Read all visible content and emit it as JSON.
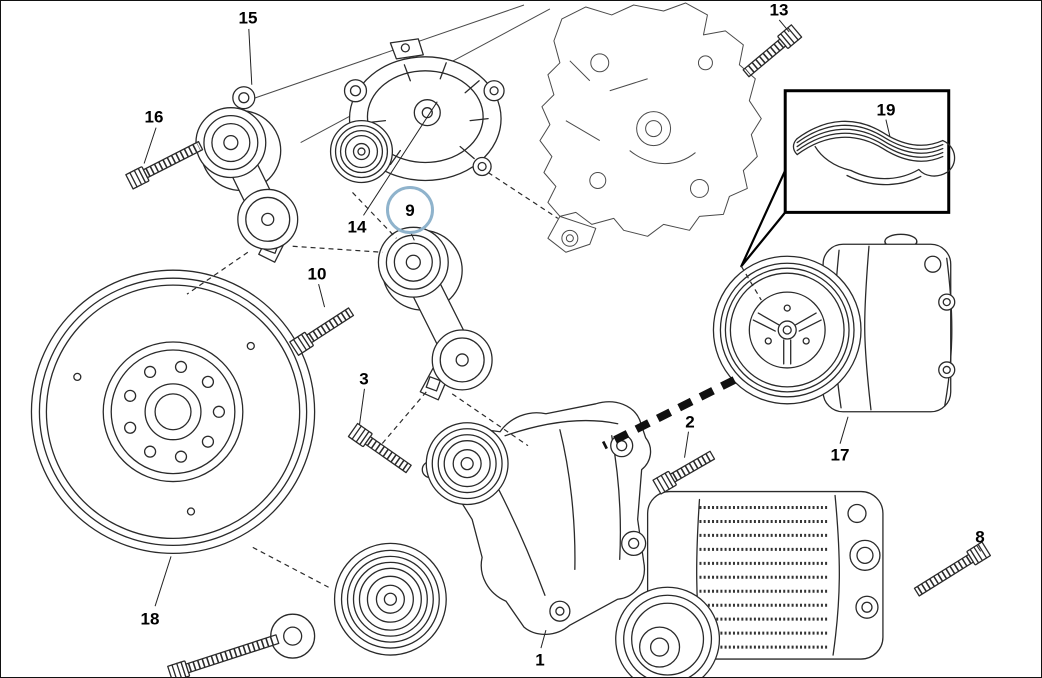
{
  "diagram": {
    "type": "exploded-parts-diagram",
    "subject": "engine accessory belt drive",
    "background_color": "#ffffff",
    "line_color": "#2a2a2a",
    "highlight": {
      "part": "9",
      "color": "#8fb3cc"
    }
  },
  "labels": {
    "p1": {
      "text": "1",
      "part": "mounting-bracket"
    },
    "p2": {
      "text": "2",
      "part": "flange-bolt"
    },
    "p3": {
      "text": "3",
      "part": "flange-bolt"
    },
    "p8": {
      "text": "8",
      "part": "flange-bolt"
    },
    "p9": {
      "text": "9",
      "part": "belt-tensioner",
      "highlighted": true
    },
    "p10": {
      "text": "10",
      "part": "flange-bolt"
    },
    "p13": {
      "text": "13",
      "part": "flange-bolt"
    },
    "p14": {
      "text": "14",
      "part": "alternator"
    },
    "p15": {
      "text": "15",
      "part": "belt-tensioner"
    },
    "p16": {
      "text": "16",
      "part": "flange-bolt"
    },
    "p17": {
      "text": "17",
      "part": "ac-compressor"
    },
    "p18": {
      "text": "18",
      "part": "crankshaft-damper-pulley"
    },
    "p19": {
      "text": "19",
      "part": "serpentine-belt"
    }
  }
}
